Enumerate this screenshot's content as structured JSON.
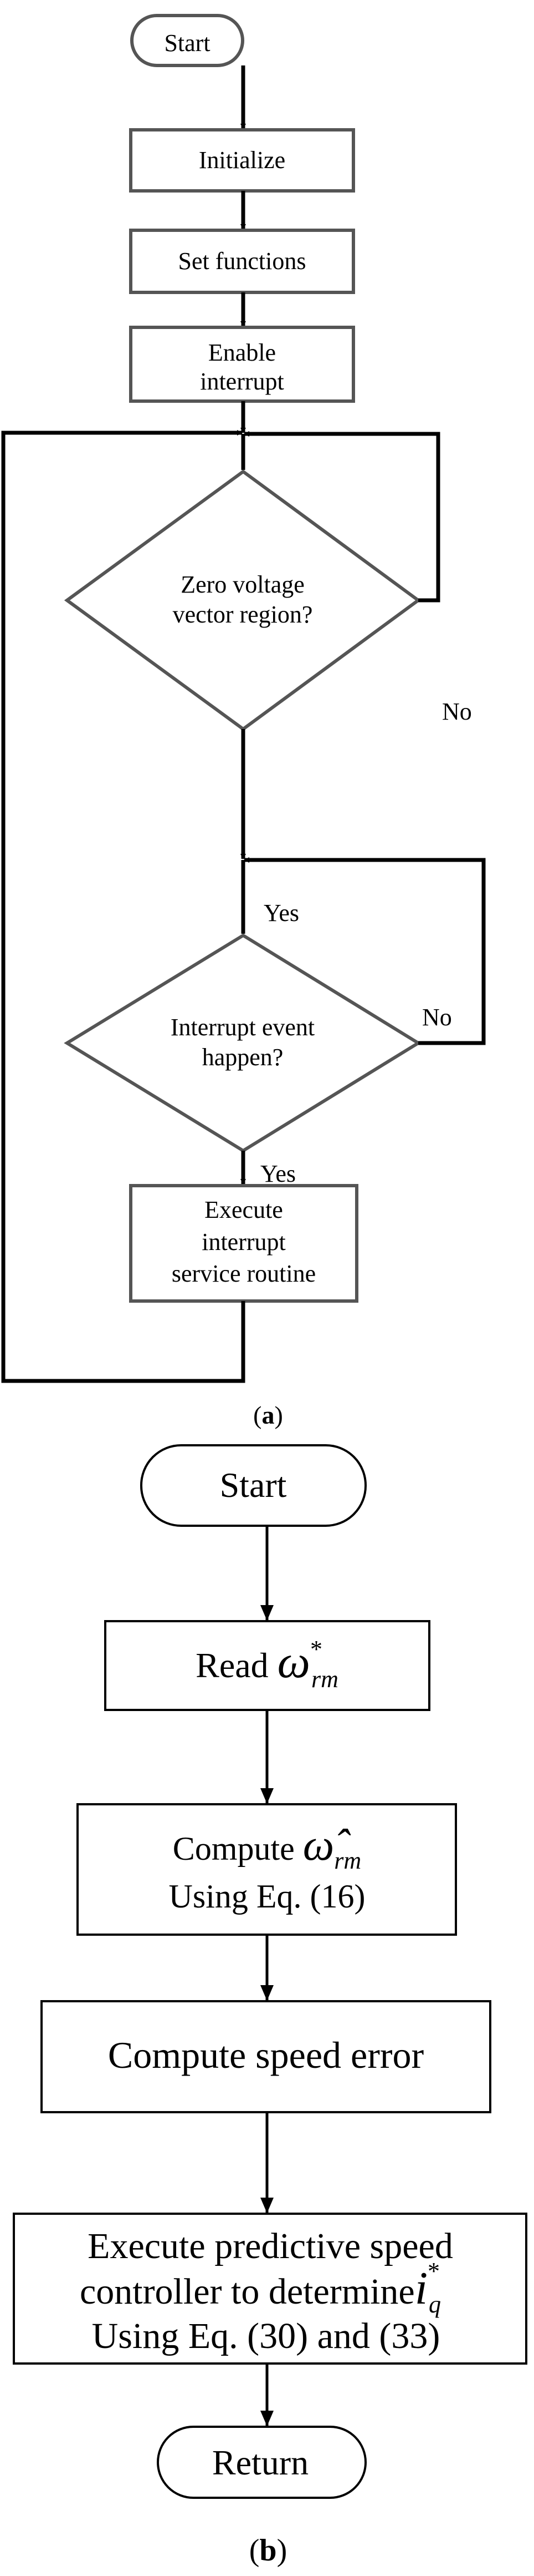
{
  "flowchart_a": {
    "start": "Start",
    "initialize": "Initialize",
    "set_functions": "Set functions",
    "enable_interrupt": [
      "Enable",
      "interrupt"
    ],
    "zero_voltage_decision": [
      "Zero voltage",
      "vector region?"
    ],
    "interrupt_decision": [
      "Interrupt event",
      "happen?"
    ],
    "execute_isr": [
      "Execute",
      "interrupt",
      "service routine"
    ],
    "yes_label": "Yes",
    "no_label": "No",
    "caption_letter": "a"
  },
  "flowchart_b": {
    "start": "Start",
    "read_label": "Read",
    "read_symbol": "ω",
    "read_superscript": "*",
    "read_subscript": "rm",
    "compute_label": "Compute",
    "compute_symbol": "ω̂",
    "compute_subscript": "rm",
    "compute_eq": "Using Eq. (16)",
    "speed_error": "Compute speed error",
    "execute_line1": "Execute predictive speed",
    "execute_line2": "controller to determine",
    "execute_symbol": "i",
    "execute_superscript": "*",
    "execute_subscript": "q",
    "execute_line3": "Using Eq. (30) and (33)",
    "return": "Return",
    "caption_letter": "b"
  }
}
